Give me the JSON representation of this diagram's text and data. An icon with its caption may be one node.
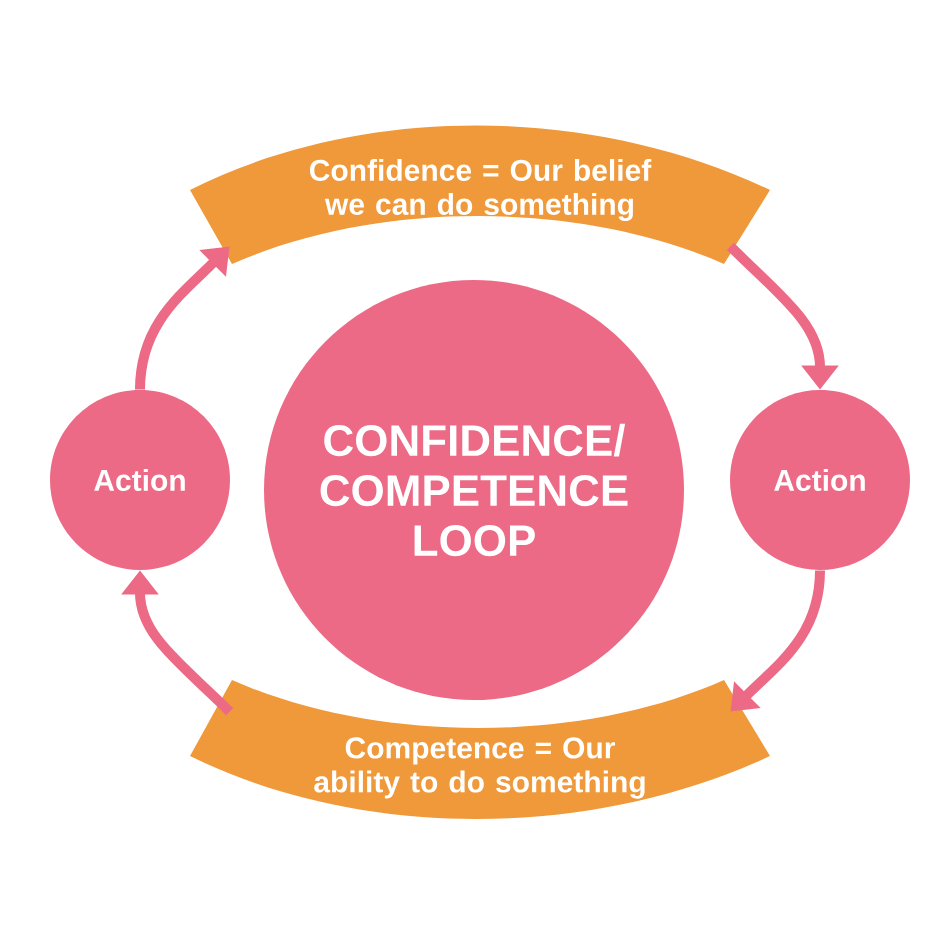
{
  "diagram": {
    "nodes": [
      {
        "text": [
          "CONFIDENCE/ COMPETENCE LOOP"
        ]
      },
      {
        "text": [
          "Confidence = Our belief we can do something"
        ]
      },
      {
        "text": [
          "Action"
        ]
      },
      {
        "text": [
          "Action"
        ]
      },
      {
        "text": [
          "Competence = Our ability to do something"
        ]
      }
    ],
    "edges": [
      {
        "from": 2,
        "to": 1,
        "arrow": "to"
      },
      {
        "from": 1,
        "to": 3,
        "arrow": "to"
      },
      {
        "from": 3,
        "to": 4,
        "arrow": "to"
      },
      {
        "from": 4,
        "to": 2,
        "arrow": "to"
      }
    ]
  }
}
